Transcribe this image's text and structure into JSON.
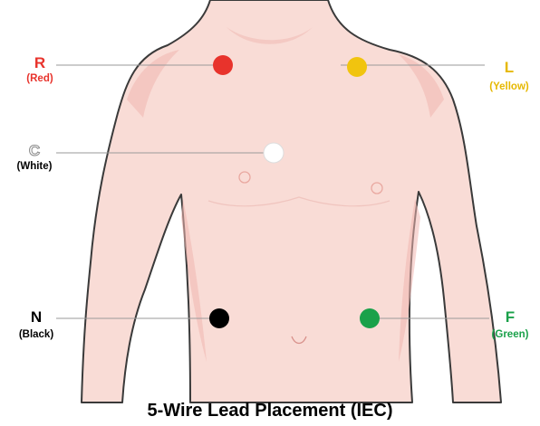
{
  "caption": "5-Wire Lead Placement (IEC)",
  "leads": [
    {
      "code": "R",
      "color_name": "(Red)",
      "side": "left",
      "electrode_color": "#e8332c",
      "label_color": "#e8332c"
    },
    {
      "code": "L",
      "color_name": "(Yellow)",
      "side": "right",
      "electrode_color": "#f1c40f",
      "label_color": "#e6b800"
    },
    {
      "code": "C",
      "color_name": "(White)",
      "side": "left",
      "electrode_color": "#ffffff",
      "label_color": "#ffffff"
    },
    {
      "code": "N",
      "color_name": "(Black)",
      "side": "left",
      "electrode_color": "#000000",
      "label_color": "#000000"
    },
    {
      "code": "F",
      "color_name": "(Green)",
      "side": "right",
      "electrode_color": "#1aa14a",
      "label_color": "#1aa14a"
    }
  ],
  "colors": {
    "skin": "#f9dcd6",
    "skin_shadow": "#f0b6b0",
    "outline": "#3a3a3a",
    "leader_line": "#9a9a9a"
  }
}
